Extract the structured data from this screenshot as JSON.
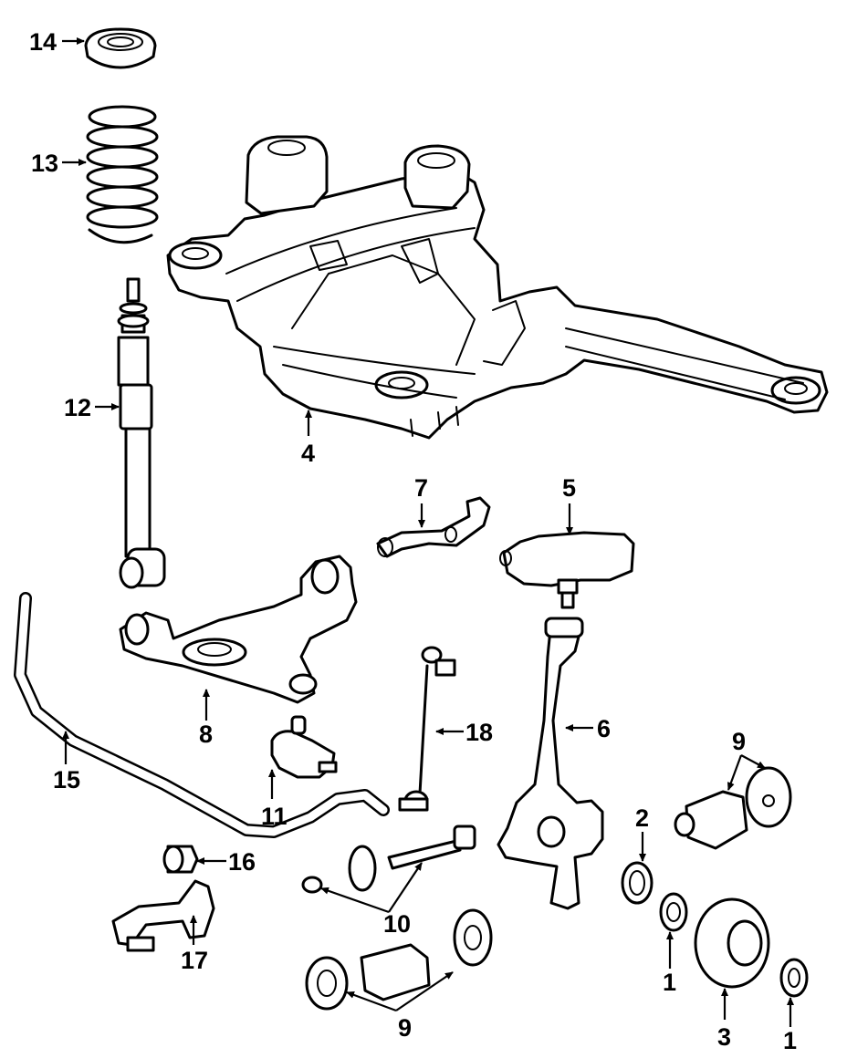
{
  "callouts": {
    "c1a": "1",
    "c1b": "1",
    "c2": "2",
    "c3": "3",
    "c4": "4",
    "c5": "5",
    "c6": "6",
    "c7": "7",
    "c8": "8",
    "c9a": "9",
    "c9b": "9",
    "c10": "10",
    "c11": "11",
    "c12": "12",
    "c13": "13",
    "c14": "14",
    "c15": "15",
    "c16": "16",
    "c17": "17",
    "c18": "18"
  }
}
